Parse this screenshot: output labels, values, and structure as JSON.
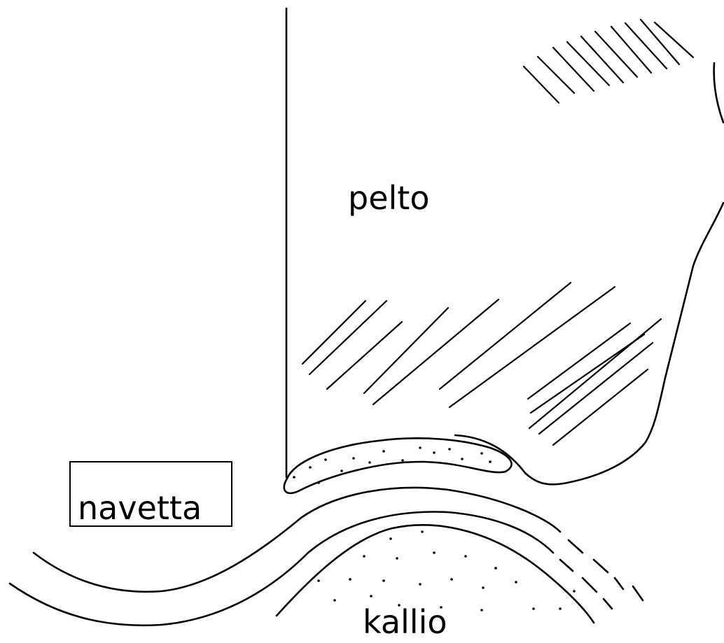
{
  "map": {
    "labels": {
      "field": "pelto",
      "barn": "navetta",
      "rock": "kallio"
    },
    "colors": {
      "ink": "#000000",
      "background": "#ffffff"
    }
  }
}
